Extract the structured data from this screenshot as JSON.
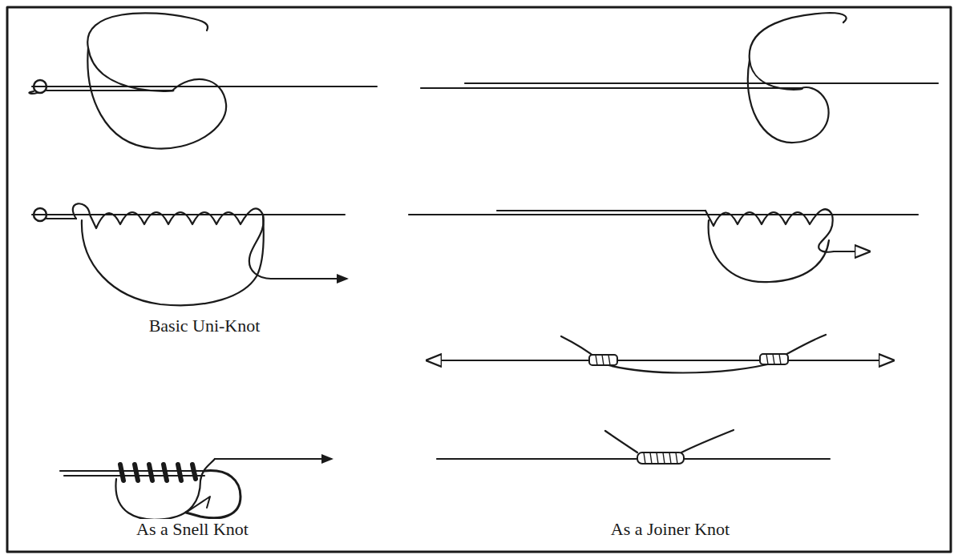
{
  "diagram": {
    "labels": [
      "Basic Uni-Knot",
      "As a Snell Knot",
      "As a Joiner Knot"
    ]
  }
}
